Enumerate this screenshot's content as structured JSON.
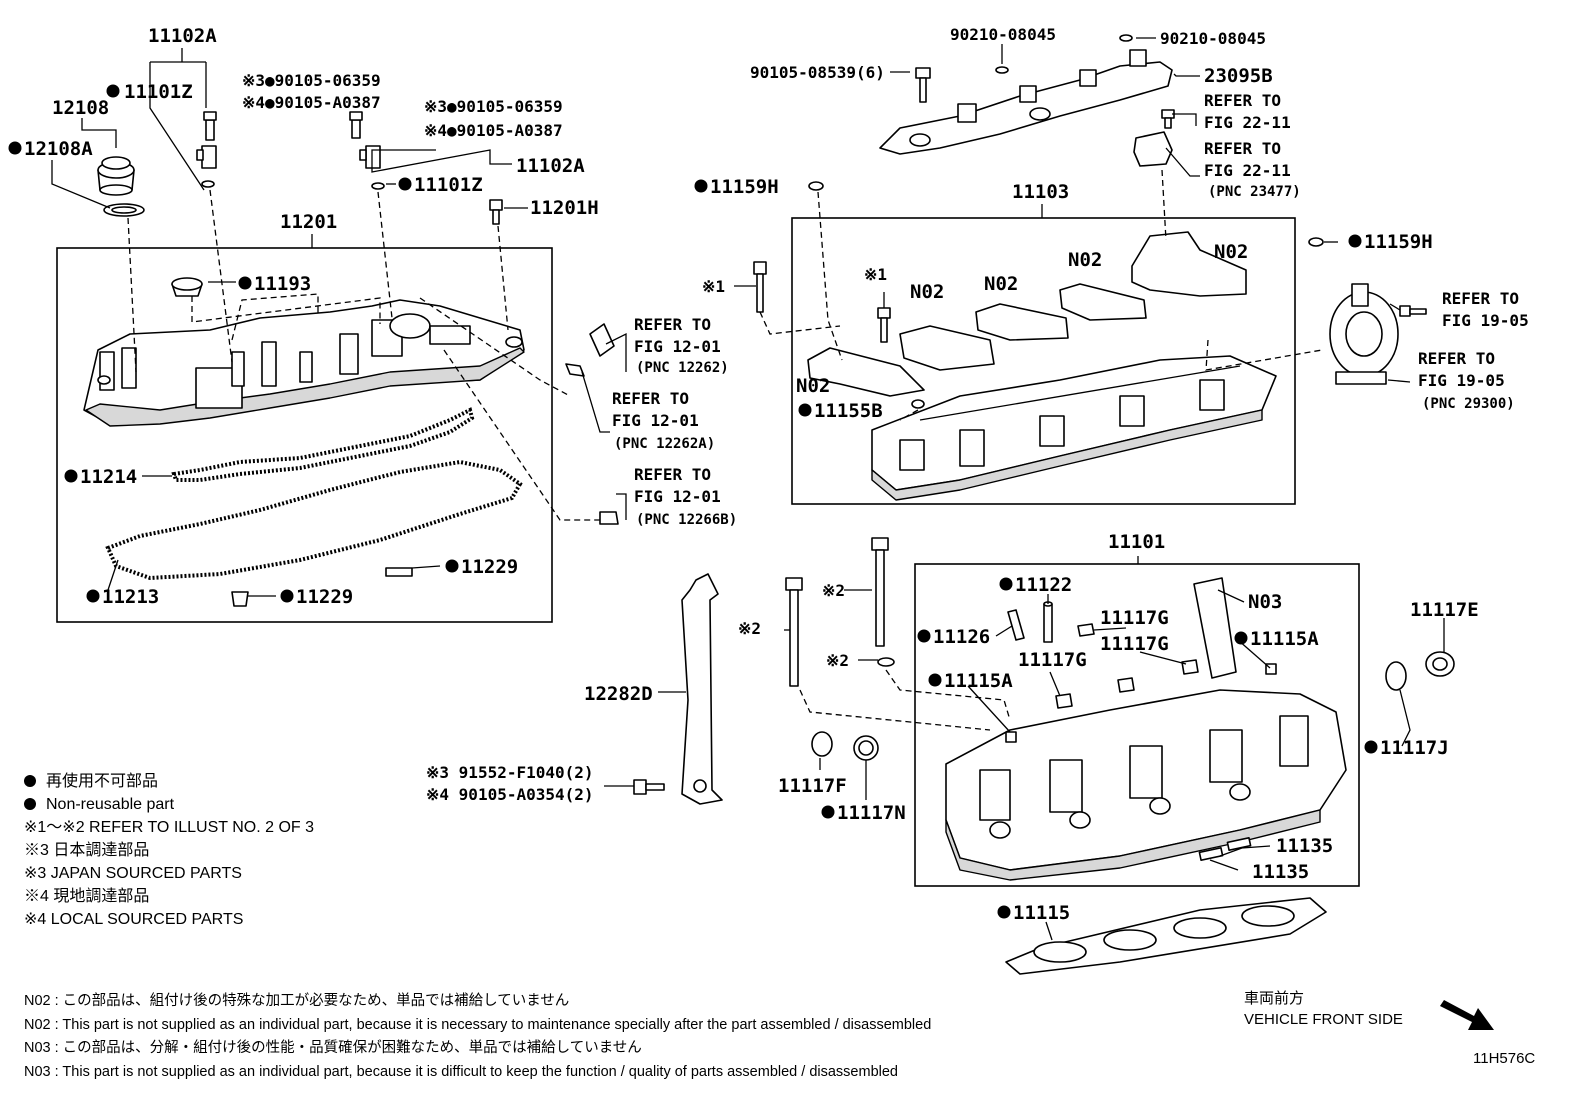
{
  "labels": {
    "p11102A_top": "11102A",
    "p11101Z_top": "11101Z",
    "p12108": "12108",
    "p12108A": "12108A",
    "p90105_06359_a": "※3●90105-06359",
    "p90105_A0387_a": "※4●90105-A0387",
    "p90105_06359_b": "※3●90105-06359",
    "p90105_A0387_b": "※4●90105-A0387",
    "p11102A_right": "11102A",
    "p11101Z_right": "11101Z",
    "p11201H": "11201H",
    "p11201": "11201",
    "p11193": "11193",
    "p11214": "11214",
    "p11213": "11213",
    "p11229_a": "11229",
    "p11229_b": "11229",
    "p90210_a": "90210-08045",
    "p90210_b": "90210-08045",
    "p90105_08539": "90105-08539(6)",
    "p23095B": "23095B",
    "ref_fig22_a_1": "REFER TO",
    "ref_fig22_a_2": "FIG 22-11",
    "ref_fig22_b_1": "REFER TO",
    "ref_fig22_b_2": "FIG 22-11",
    "ref_fig22_b_3": "(PNC 23477)",
    "p11159H_a": "11159H",
    "p11159H_b": "11159H",
    "p11103": "11103",
    "mark1_a": "※1",
    "mark1_b": "※1",
    "n02_a": "N02",
    "n02_b": "N02",
    "n02_c": "N02",
    "n02_d": "N02",
    "n02_e": "N02",
    "p11155B": "11155B",
    "ref_fig19_a_1": "REFER TO",
    "ref_fig19_a_2": "FIG 19-05",
    "ref_fig19_b_1": "REFER TO",
    "ref_fig19_b_2": "FIG 19-05",
    "ref_fig19_b_3": "(PNC 29300)",
    "ref_fig12_a_1": "REFER TO",
    "ref_fig12_a_2": "FIG 12-01",
    "ref_fig12_a_3": "(PNC 12262)",
    "ref_fig12_b_1": "REFER TO",
    "ref_fig12_b_2": "FIG 12-01",
    "ref_fig12_b_3": "(PNC 12262A)",
    "ref_fig12_c_1": "REFER TO",
    "ref_fig12_c_2": "FIG 12-01",
    "ref_fig12_c_3": "(PNC 12266B)",
    "p11101": "11101",
    "p11122": "11122",
    "n03": "N03",
    "p11126": "11126",
    "p11117G_a": "11117G",
    "p11117G_b": "11117G",
    "p11117G_c": "11117G",
    "p11115A_a": "11115A",
    "p11115A_b": "11115A",
    "p11117E": "11117E",
    "p11117J": "11117J",
    "p11117F": "11117F",
    "p11117N": "11117N",
    "p12282D": "12282D",
    "mark2_a": "※2",
    "mark2_b": "※2",
    "mark2_c": "※2",
    "p91552": "※3 91552-F1040(2)",
    "p90105_A0354": "※4 90105-A0354(2)",
    "p11135_a": "11135",
    "p11135_b": "11135",
    "p11115": "11115"
  },
  "legend": {
    "nonreuse_jp": "再使用不可部品",
    "nonreuse_en": "Non-reusable part",
    "refer_illust": "※1～※2  REFER TO ILLUST NO. 2 OF 3",
    "japan_jp": "※3 日本調達部品",
    "japan_en": "※3 JAPAN SOURCED PARTS",
    "local_jp": "※4 現地調達部品",
    "local_en": "※4 LOCAL SOURCED PARTS"
  },
  "notes": [
    "N02 : この部品は、組付け後の特殊な加工が必要なため、単品では補給していません",
    "N02 : This part is not supplied as an individual part, because it is necessary to maintenance specially after the part assembled / disassembled",
    "N03 : この部品は、分解・組付け後の性能・品質確保が困難なため、単品では補給していません",
    "N03 : This part is not supplied as an individual part, because it is difficult to keep the function / quality of parts  assembled / disassembled"
  ],
  "front": {
    "jp": "車両前方",
    "en": "VEHICLE FRONT SIDE"
  },
  "illustration_code": "11H576C"
}
